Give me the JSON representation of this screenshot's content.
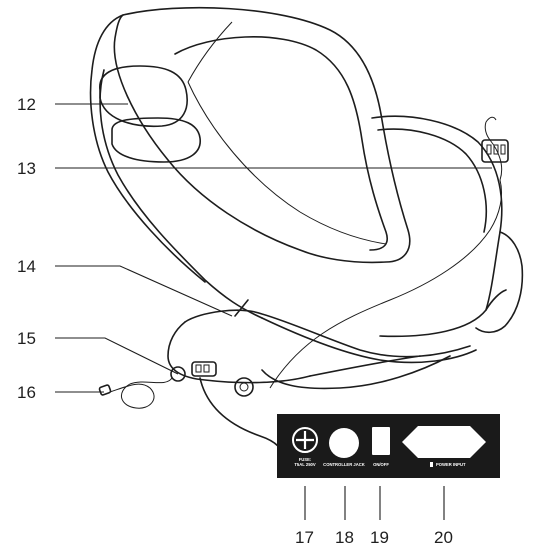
{
  "callouts": {
    "c12": "12",
    "c13": "13",
    "c14": "14",
    "c15": "15",
    "c16": "16",
    "c17": "17",
    "c18": "18",
    "c19": "19",
    "c20": "20"
  },
  "panel": {
    "fuse_line1": "FUSE:",
    "fuse_line2": "T5AL 250V",
    "controller_jack": "CONTROLLER JACK",
    "on_off": "ON/OFF",
    "power_input": "POWER INPUT"
  },
  "colors": {
    "ink": "#1d1d1d",
    "panel": "#1a1a1a",
    "panel_text": "#ffffff"
  }
}
